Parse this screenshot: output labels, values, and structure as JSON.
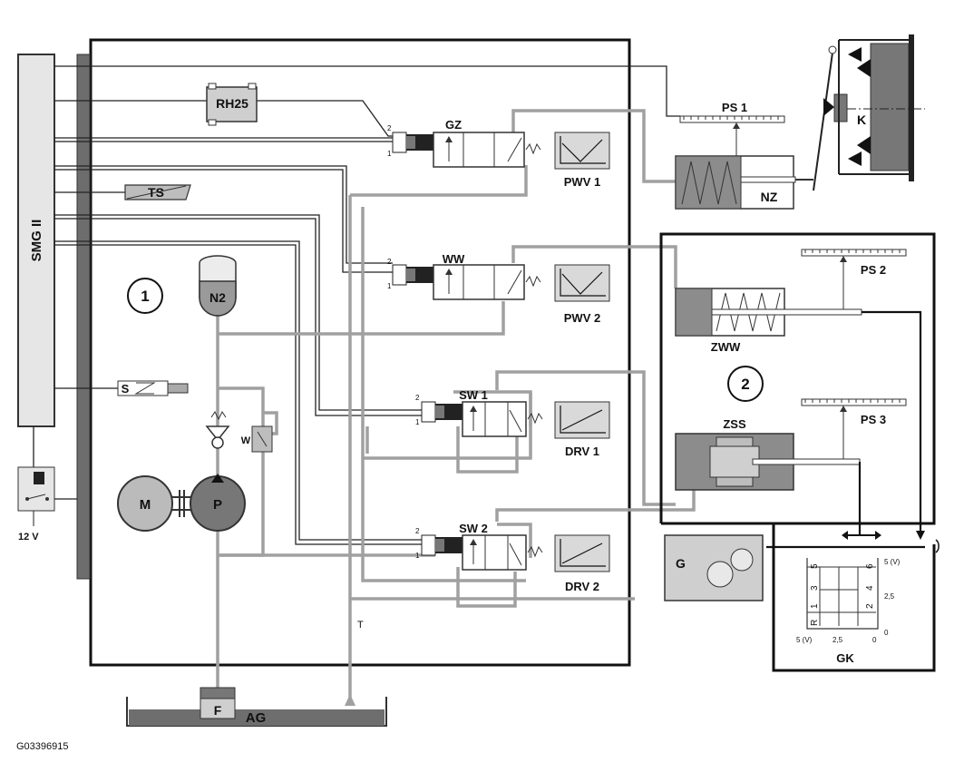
{
  "diagram": {
    "smg": "SMG II",
    "circle1": "1",
    "circle2": "2",
    "rh25": "RH25",
    "ts": "TS",
    "s_switch": "S",
    "n2": "N2",
    "w_valve": "W",
    "m": "M",
    "p": "P",
    "f": "F",
    "ag": "AG",
    "t": "T",
    "volt": "12 V",
    "code": "G03396915",
    "valves": {
      "gz": "GZ",
      "ww": "WW",
      "sw1": "SW 1",
      "sw2": "SW 2"
    },
    "pin1": "1",
    "pin2": "2",
    "graphs": {
      "pwv1": "PWV 1",
      "pwv2": "PWV 2",
      "drv1": "DRV 1",
      "drv2": "DRV 2"
    },
    "ps1": "PS 1",
    "ps2": "PS 2",
    "ps3": "PS 3",
    "nz": "NZ",
    "k": "K",
    "zww": "ZWW",
    "zss": "ZSS",
    "g": "G",
    "gk": {
      "title": "GK",
      "gears_top": [
        "5",
        "3",
        "1"
      ],
      "gears_right": [
        "6",
        "4",
        "2"
      ],
      "gear_r": "R",
      "v_right": [
        "5 (V)",
        "2,5",
        "0"
      ],
      "v_bottom": [
        "5 (V)",
        "2,5",
        "0"
      ]
    }
  }
}
